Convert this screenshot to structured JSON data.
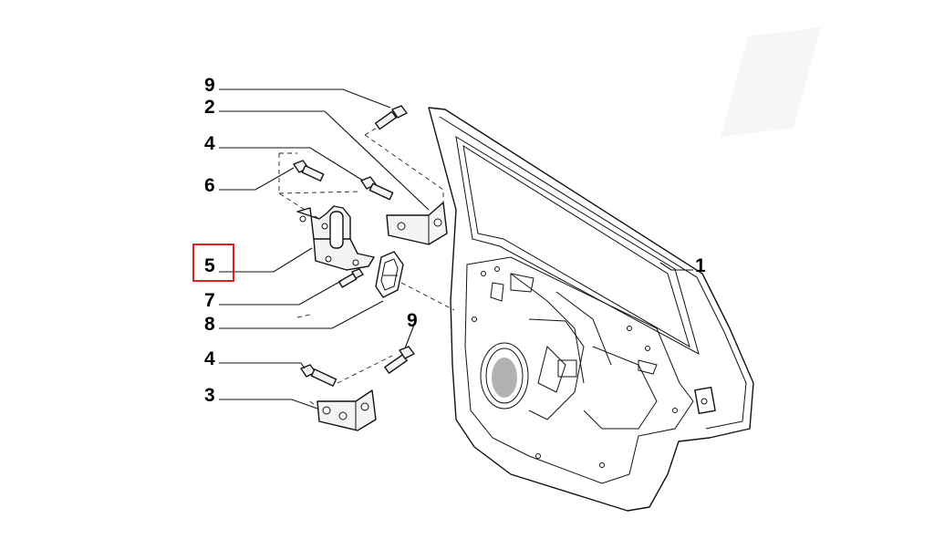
{
  "diagram": {
    "callouts": [
      {
        "id": "label-9-top",
        "text": "9"
      },
      {
        "id": "label-2",
        "text": "2"
      },
      {
        "id": "label-4-top",
        "text": "4"
      },
      {
        "id": "label-6",
        "text": "6"
      },
      {
        "id": "label-5",
        "text": "5"
      },
      {
        "id": "label-7",
        "text": "7"
      },
      {
        "id": "label-8",
        "text": "8"
      },
      {
        "id": "label-9-mid",
        "text": "9"
      },
      {
        "id": "label-4-bottom",
        "text": "4"
      },
      {
        "id": "label-3",
        "text": "3"
      },
      {
        "id": "label-1",
        "text": "1"
      }
    ],
    "highlighted_callout": "5",
    "highlight_color": "#e0201c"
  }
}
